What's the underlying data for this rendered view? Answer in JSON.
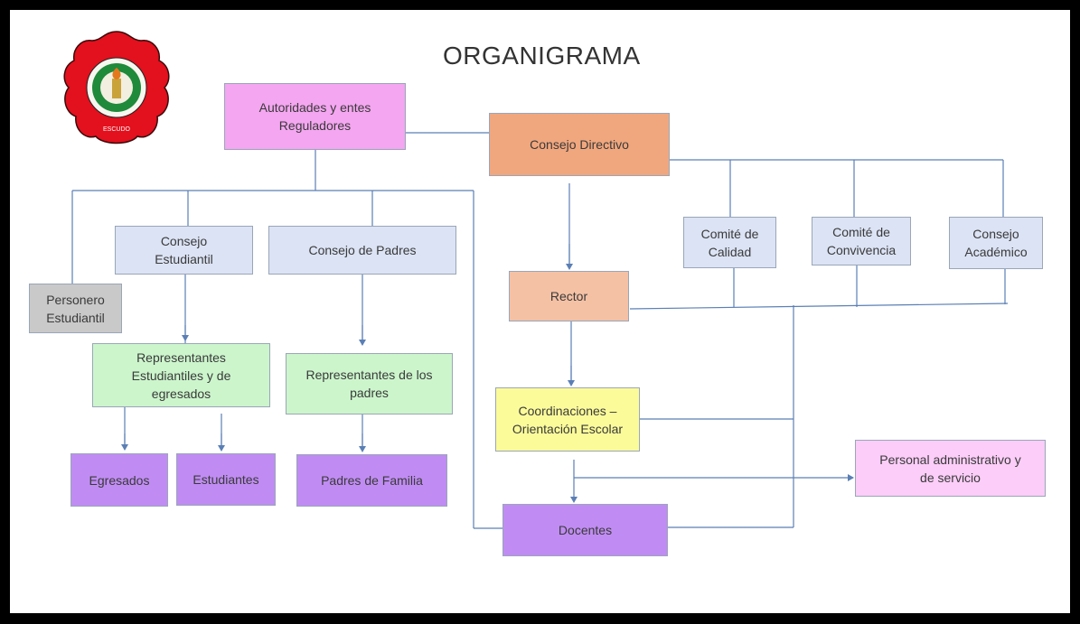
{
  "title": "ORGANIGRAMA",
  "logo": {
    "name": "institution-seal"
  },
  "nodes": {
    "autoridades": "Autoridades y entes\nReguladores",
    "consejo_directivo": "Consejo Directivo",
    "consejo_estudiantil": "Consejo\nEstudiantil",
    "consejo_padres": "Consejo de Padres",
    "personero": "Personero\nEstudiantil",
    "comite_calidad": "Comité de\nCalidad",
    "comite_convivencia": "Comité de\nConvivencia",
    "consejo_academico": "Consejo\nAcadémico",
    "rector": "Rector",
    "rep_estudiantiles": "Representantes\nEstudiantiles y de\negresados",
    "rep_padres": "Representantes de los\npadres",
    "coordinaciones": "Coordinaciones –\nOrientación Escolar",
    "personal_admin": "Personal administrativo y\nde servicio",
    "egresados": "Egresados",
    "estudiantes": "Estudiantes",
    "padres_familia": "Padres de Familia",
    "docentes": "Docentes"
  },
  "colors": {
    "line": "#5b7fb5",
    "pink": "#f4a6f0",
    "orange": "#f0a77e",
    "blue": "#dbe3f4",
    "green": "#ccf5cc",
    "purple": "#c08cf3",
    "yellow": "#fbfb9a"
  }
}
